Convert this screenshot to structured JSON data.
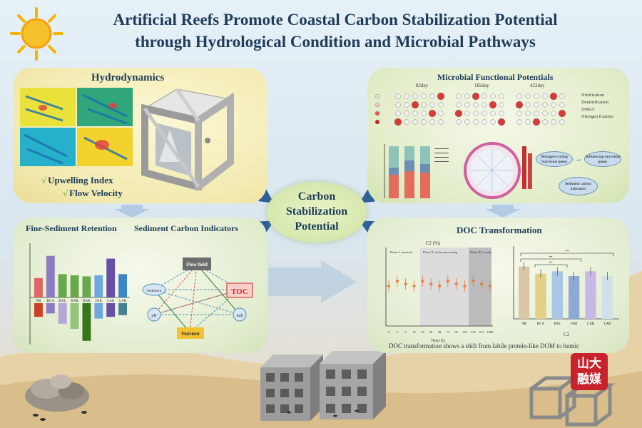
{
  "title": {
    "line1": "Artificial Reefs Promote Coastal Carbon Stabilization Potential",
    "line2": "through Hydrological Condition and Microbial Pathways"
  },
  "center": {
    "line1": "Carbon",
    "line2": "Stabilization",
    "line3": "Potential"
  },
  "hydrodynamics": {
    "title": "Hydrodynamics",
    "check1": "Upwelling Index",
    "check2": "Flow Velocity"
  },
  "microbial": {
    "title": "Microbial Functional Potentials",
    "time_labels": [
      "82day",
      "182day",
      "422day"
    ],
    "pathways": [
      "Nitrification",
      "Denitrification",
      "DNRA",
      "Nitrogen fixation"
    ],
    "concept_box1": "Nitrogen-cycling functional genes",
    "concept_box2": "Influencing microbial genes",
    "concept_box3": "Sediment carbon indicators"
  },
  "fine_sediment": {
    "title": "Fine-Sediment Retention",
    "groups": [
      "NR",
      "BCA",
      "BAL",
      "BAR",
      "BAB",
      "FAR",
      "CAR",
      "LAR"
    ],
    "upper_values": [
      0.35,
      0.75,
      0.42,
      0.4,
      0.38,
      0.4,
      0.7,
      0.42
    ],
    "lower_values": [
      -80,
      -60,
      -120,
      -150,
      -220,
      -90,
      -80,
      -70
    ],
    "upper_colors": [
      "#e06666",
      "#8e7cc3",
      "#6aa84f",
      "#6aa84f",
      "#6aa84f",
      "#6fa8dc",
      "#674ea7",
      "#3d85c6"
    ],
    "lower_colors": [
      "#cc4125",
      "#8e7cc3",
      "#b4a7d6",
      "#93c47d",
      "#38761d",
      "#6fa8dc",
      "#674ea7",
      "#45818e"
    ]
  },
  "sediment_carbon": {
    "title": "Sediment Carbon Indicators",
    "nodes": [
      "Flow field",
      "TOC",
      "Nutrient",
      "pH",
      "Salt",
      "Sediment"
    ]
  },
  "doc": {
    "title": "DOC Transformation",
    "panel_label": "C2 (%)",
    "phase1": "Phase I: transient",
    "phase2": "Phase II: active processing",
    "phase3": "Phase III: steady",
    "x_axis": "Hour (t)",
    "x_ticks": [
      "0",
      "3",
      "6",
      "12",
      "24",
      "36",
      "48",
      "72",
      "96",
      "144",
      "216",
      "672",
      "1008"
    ],
    "bar_groups": [
      "NR",
      "BCA",
      "BAL",
      "FAR",
      "CAR",
      "LAR"
    ],
    "bar_values": [
      0.22,
      0.19,
      0.2,
      0.18,
      0.2,
      0.18
    ],
    "bar_axis_label": "C2",
    "caption": "DOC transformation shows a shift from labile protein-like DOM to humic"
  },
  "logo": {
    "line1": "山大",
    "line2": "融媒"
  },
  "colors": {
    "title": "#1f3d5a",
    "check": "#6aa82f",
    "arrow": "#2e5f9a",
    "toc_highlight": "#d62728"
  }
}
